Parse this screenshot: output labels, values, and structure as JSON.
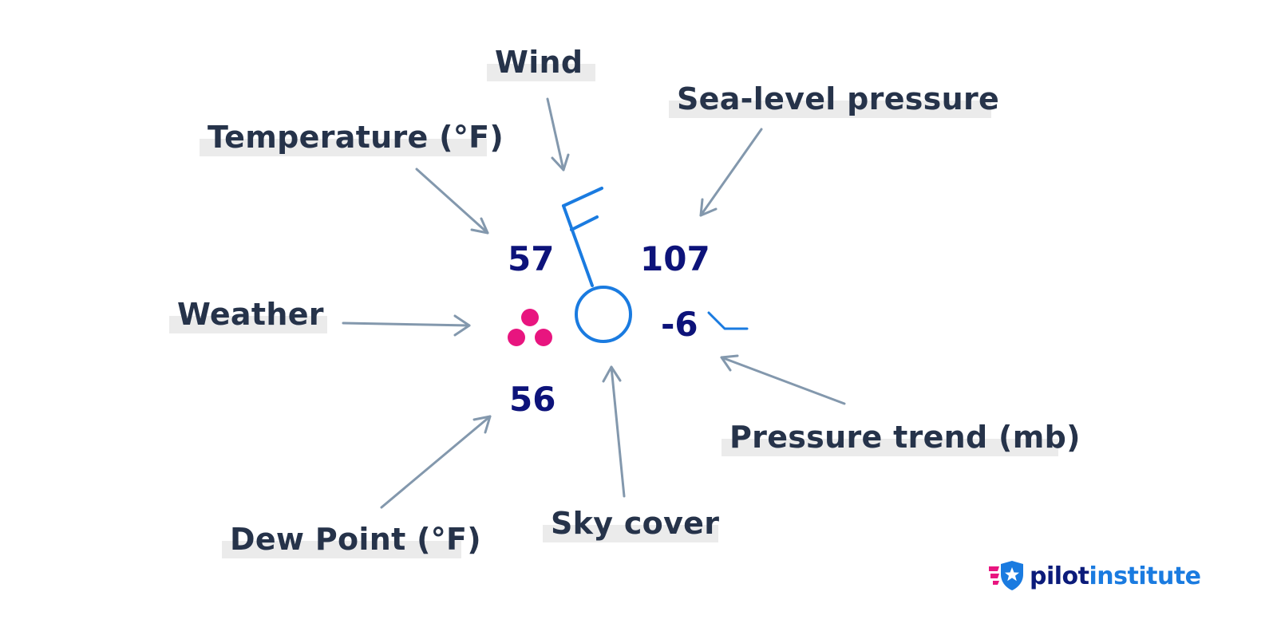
{
  "labels": {
    "wind": "Wind",
    "sea_level_pressure": "Sea-level pressure",
    "temperature": "Temperature (°F)",
    "weather": "Weather",
    "pressure_trend": "Pressure trend (mb)",
    "dew_point": "Dew Point (°F)",
    "sky_cover": "Sky cover"
  },
  "values": {
    "temperature": "57",
    "sea_level_pressure": "107",
    "pressure_trend": "-6",
    "dew_point": "56"
  },
  "icons": {
    "wind": "wind-barb-icon",
    "sky_cover": "sky-cover-clear-circle-icon",
    "weather": "rain-dots-icon",
    "pressure_trend": "pressure-falling-steady-icon",
    "brand": "pilot-shield-star-icon"
  },
  "brand": {
    "part1": "pilot",
    "part2": "institute"
  },
  "colors": {
    "label_text": "#26334a",
    "value_text": "#0d137a",
    "symbol_blue": "#1a7be0",
    "weather_pink": "#e8157f",
    "arrow": "#8398ad",
    "highlight": "#ebebeb"
  }
}
